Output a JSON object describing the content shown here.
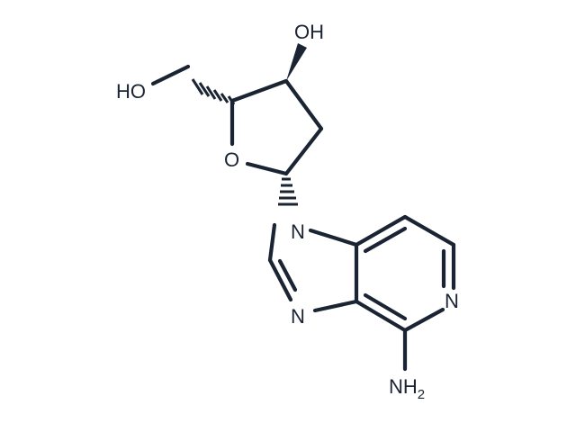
{
  "molecule": {
    "atoms": {
      "oh_top": "OH",
      "ho_left": "HO",
      "o_ring": "O",
      "n1": "N",
      "n3": "N",
      "n_pyr": "N",
      "nh2_main": "NH",
      "nh2_sub": "2"
    },
    "colors": {
      "ink": "#1a2433",
      "background": "#ffffff"
    }
  }
}
